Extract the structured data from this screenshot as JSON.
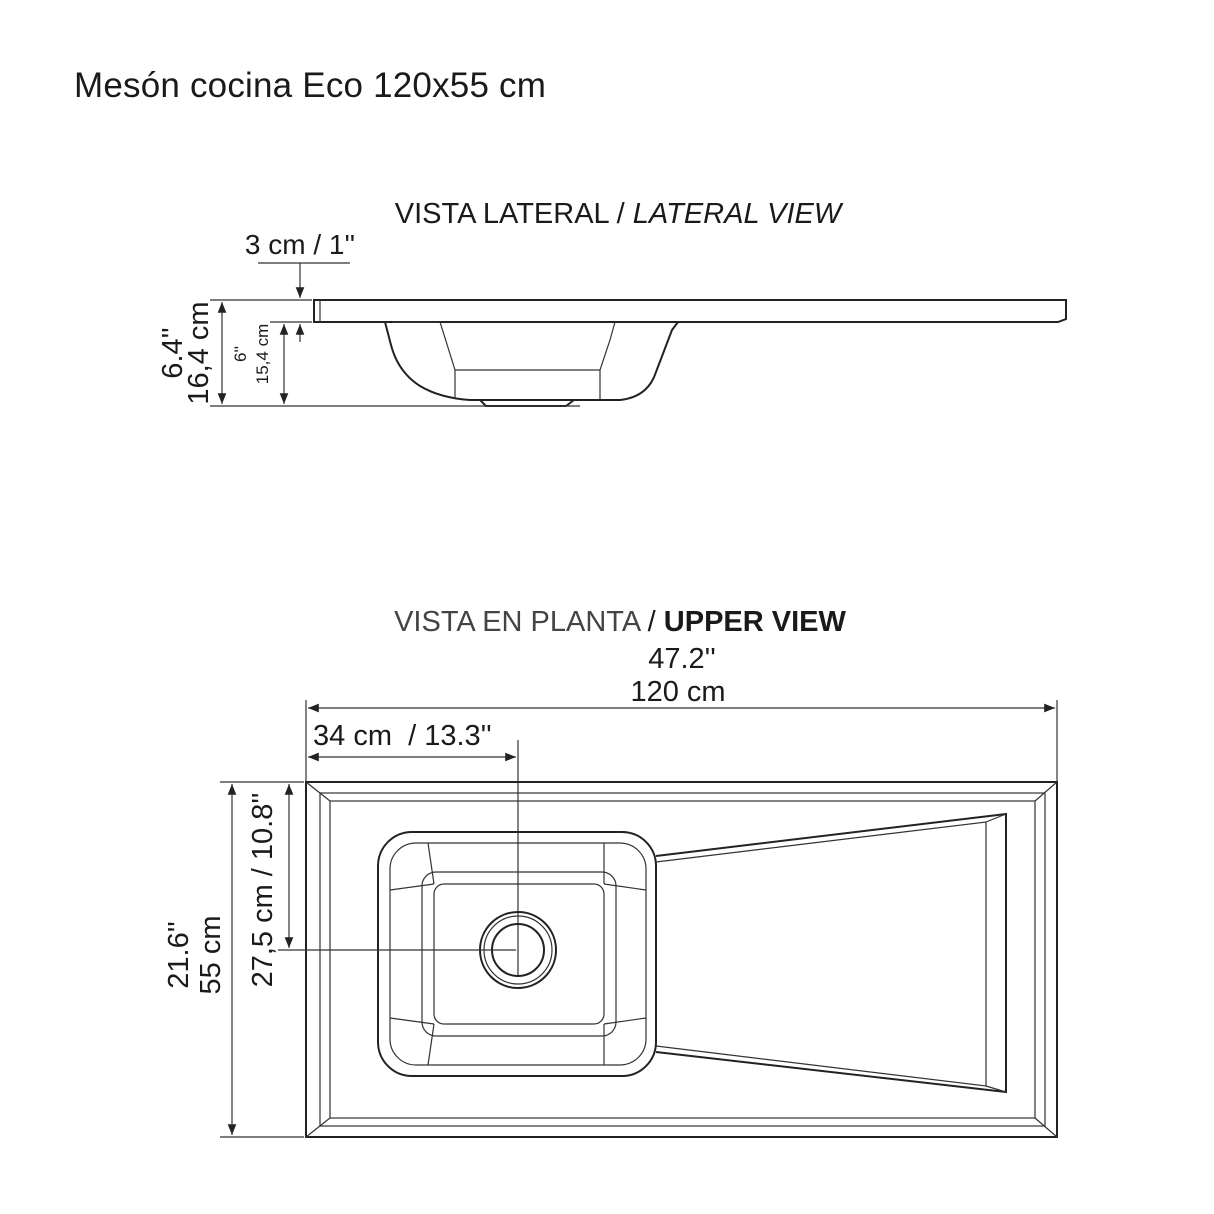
{
  "title": "Mesón cocina Eco 120x55 cm",
  "lateral": {
    "heading_es": "VISTA LATERAL",
    "heading_sep": "/",
    "heading_en": "LATERAL VIEW",
    "thickness": "3 cm / 1''",
    "total_in": "6.4''",
    "total_cm": "16,4 cm",
    "bowl_in": "6''",
    "bowl_cm": "15,4 cm"
  },
  "upper": {
    "heading_es": "VISTA EN PLANTA",
    "heading_sep": "/",
    "heading_en": "UPPER VIEW",
    "length_in": "47.2''",
    "length_cm": "120 cm",
    "drain_offset": "34 cm  / 13.3''",
    "width_in": "21.6''",
    "width_cm": "55 cm",
    "drain_depth": "27,5 cm / 10.8''"
  }
}
